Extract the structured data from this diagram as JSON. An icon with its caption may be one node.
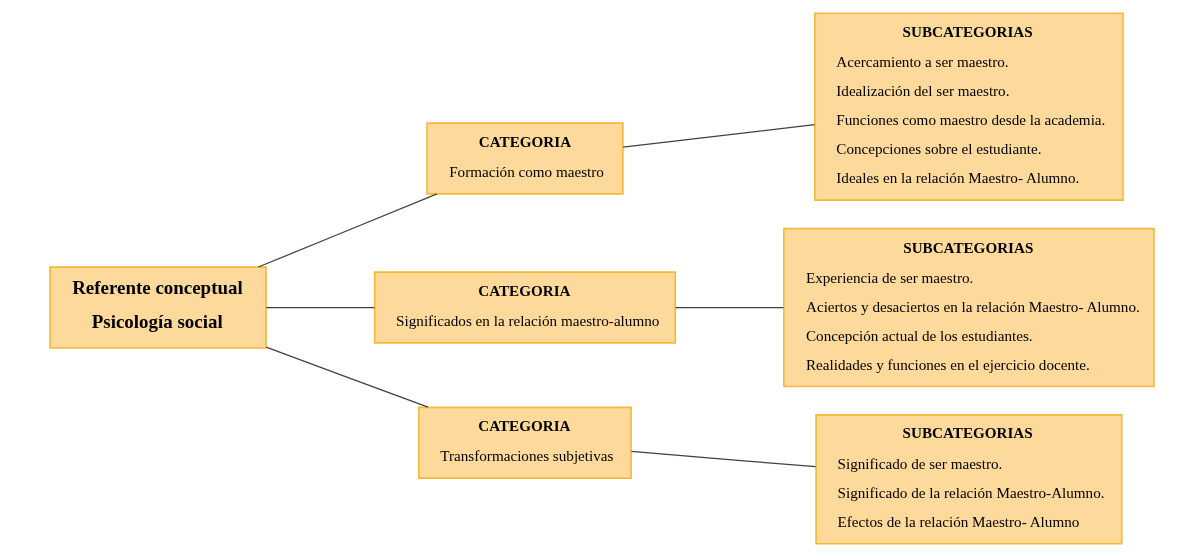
{
  "diagram": {
    "nodes": [
      {
        "text": [
          "Referente conceptual",
          "Psicología social"
        ]
      },
      {
        "text": [
          "CATEGORIA",
          "Formación como maestro"
        ]
      },
      {
        "text": [
          "CATEGORIA",
          "Significados en la relación maestro-alumno"
        ]
      },
      {
        "text": [
          "CATEGORIA",
          "Transformaciones subjetivas"
        ]
      },
      {
        "text": [
          "SUBCATEGORIAS",
          "Acercamiento a ser maestro.",
          "Idealización del ser maestro.",
          "Funciones como maestro desde la academia.",
          "Concepciones sobre el estudiante.",
          "Ideales en la relación Maestro- Alumno."
        ]
      },
      {
        "text": [
          "SUBCATEGORIAS",
          "Experiencia de ser maestro.",
          "Aciertos y desaciertos en la relación Maestro- Alumno.",
          "Concepción actual de los estudiantes.",
          "Realidades y funciones en el ejercicio docente."
        ]
      },
      {
        "text": [
          "SUBCATEGORIAS",
          "Significado de ser maestro.",
          "Significado de la relación Maestro-Alumno.",
          "Efectos de la relación Maestro- Alumno"
        ]
      }
    ],
    "edges": [
      {
        "from": 0,
        "to": 1,
        "arrow": "none"
      },
      {
        "from": 0,
        "to": 2,
        "arrow": "none"
      },
      {
        "from": 0,
        "to": 3,
        "arrow": "none"
      },
      {
        "from": 1,
        "to": 4,
        "arrow": "none"
      },
      {
        "from": 2,
        "to": 5,
        "arrow": "none"
      },
      {
        "from": 3,
        "to": 6,
        "arrow": "none"
      }
    ]
  }
}
